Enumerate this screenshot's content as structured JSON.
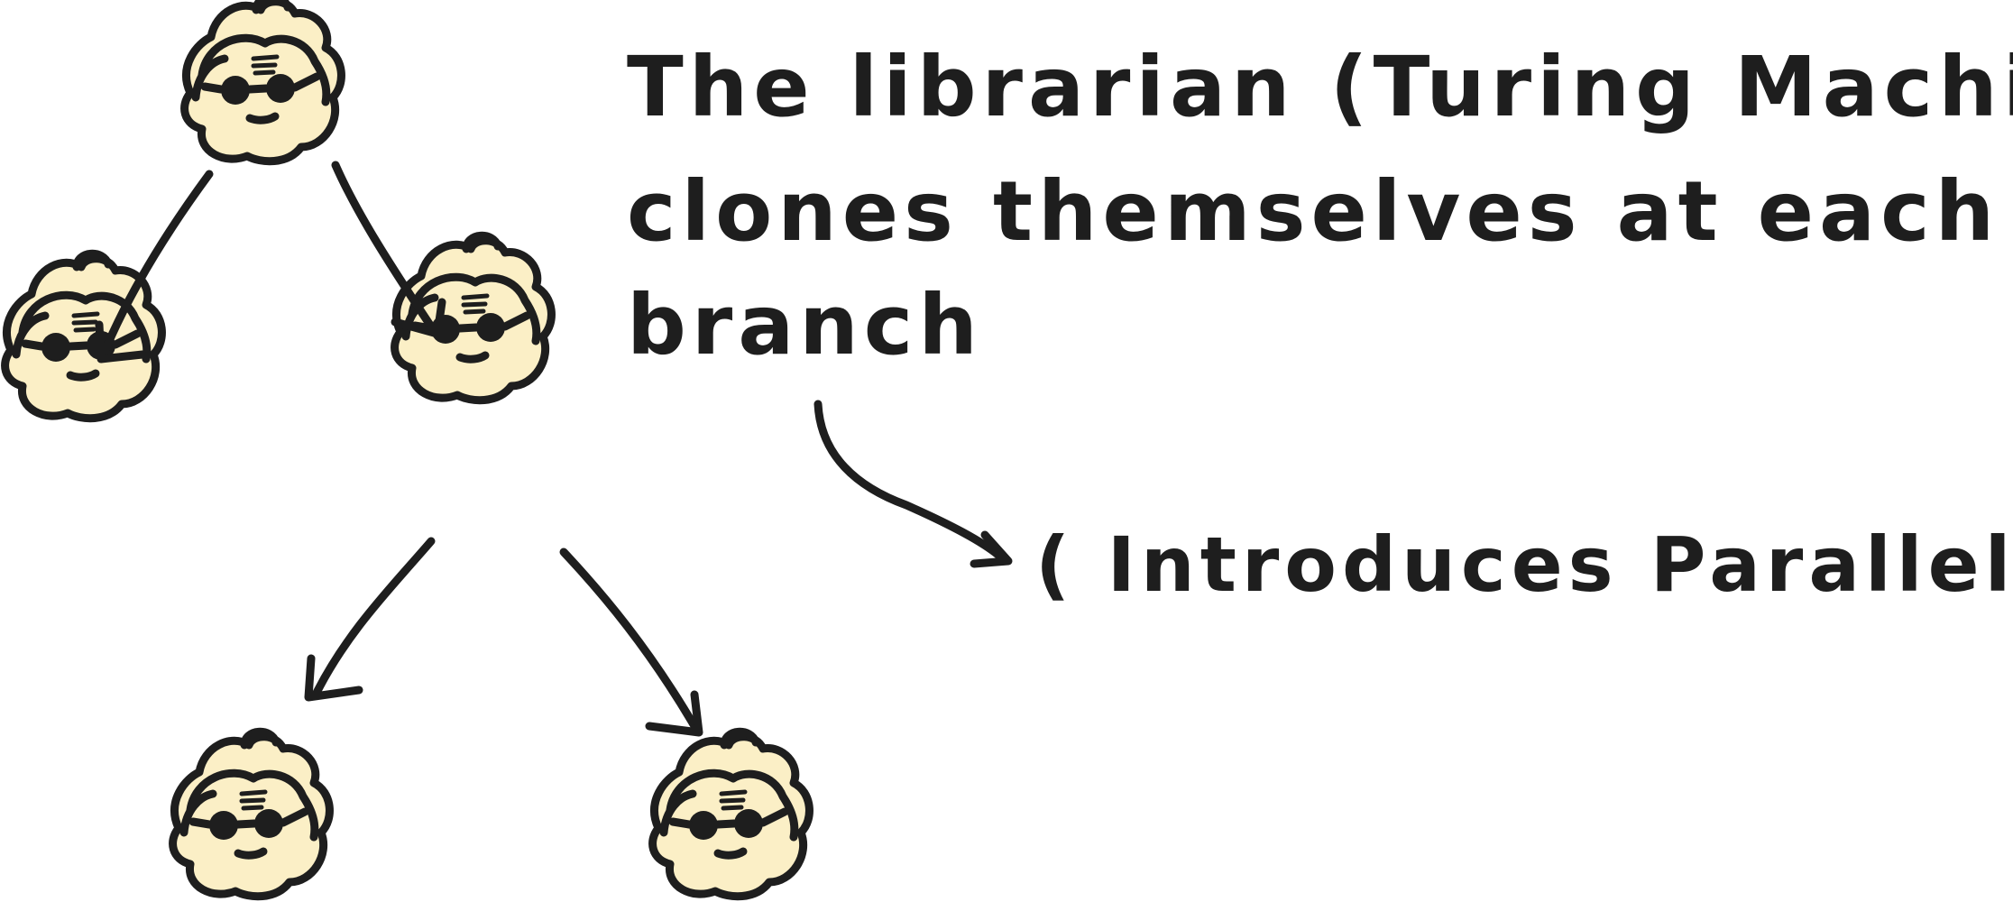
{
  "description_lines": [
    "The librarian (Turing Machine)",
    "clones themselves at each",
    "branch"
  ],
  "note": "( Introduces Parallelism)",
  "nodes": [
    {
      "id": "root",
      "icon": "librarian-icon"
    },
    {
      "id": "left-child",
      "icon": "librarian-icon"
    },
    {
      "id": "right-child",
      "icon": "librarian-icon"
    },
    {
      "id": "right-left-grandchild",
      "icon": "librarian-icon"
    },
    {
      "id": "right-right-grandchild",
      "icon": "librarian-icon"
    }
  ],
  "edges": [
    {
      "from": "root",
      "to": "left-child"
    },
    {
      "from": "root",
      "to": "right-child"
    },
    {
      "from": "right-child",
      "to": "right-left-grandchild"
    },
    {
      "from": "right-child",
      "to": "right-right-grandchild"
    }
  ],
  "colors": {
    "ink": "#1e1e1e",
    "hair": "#fbefc6",
    "background": "#ffffff"
  }
}
